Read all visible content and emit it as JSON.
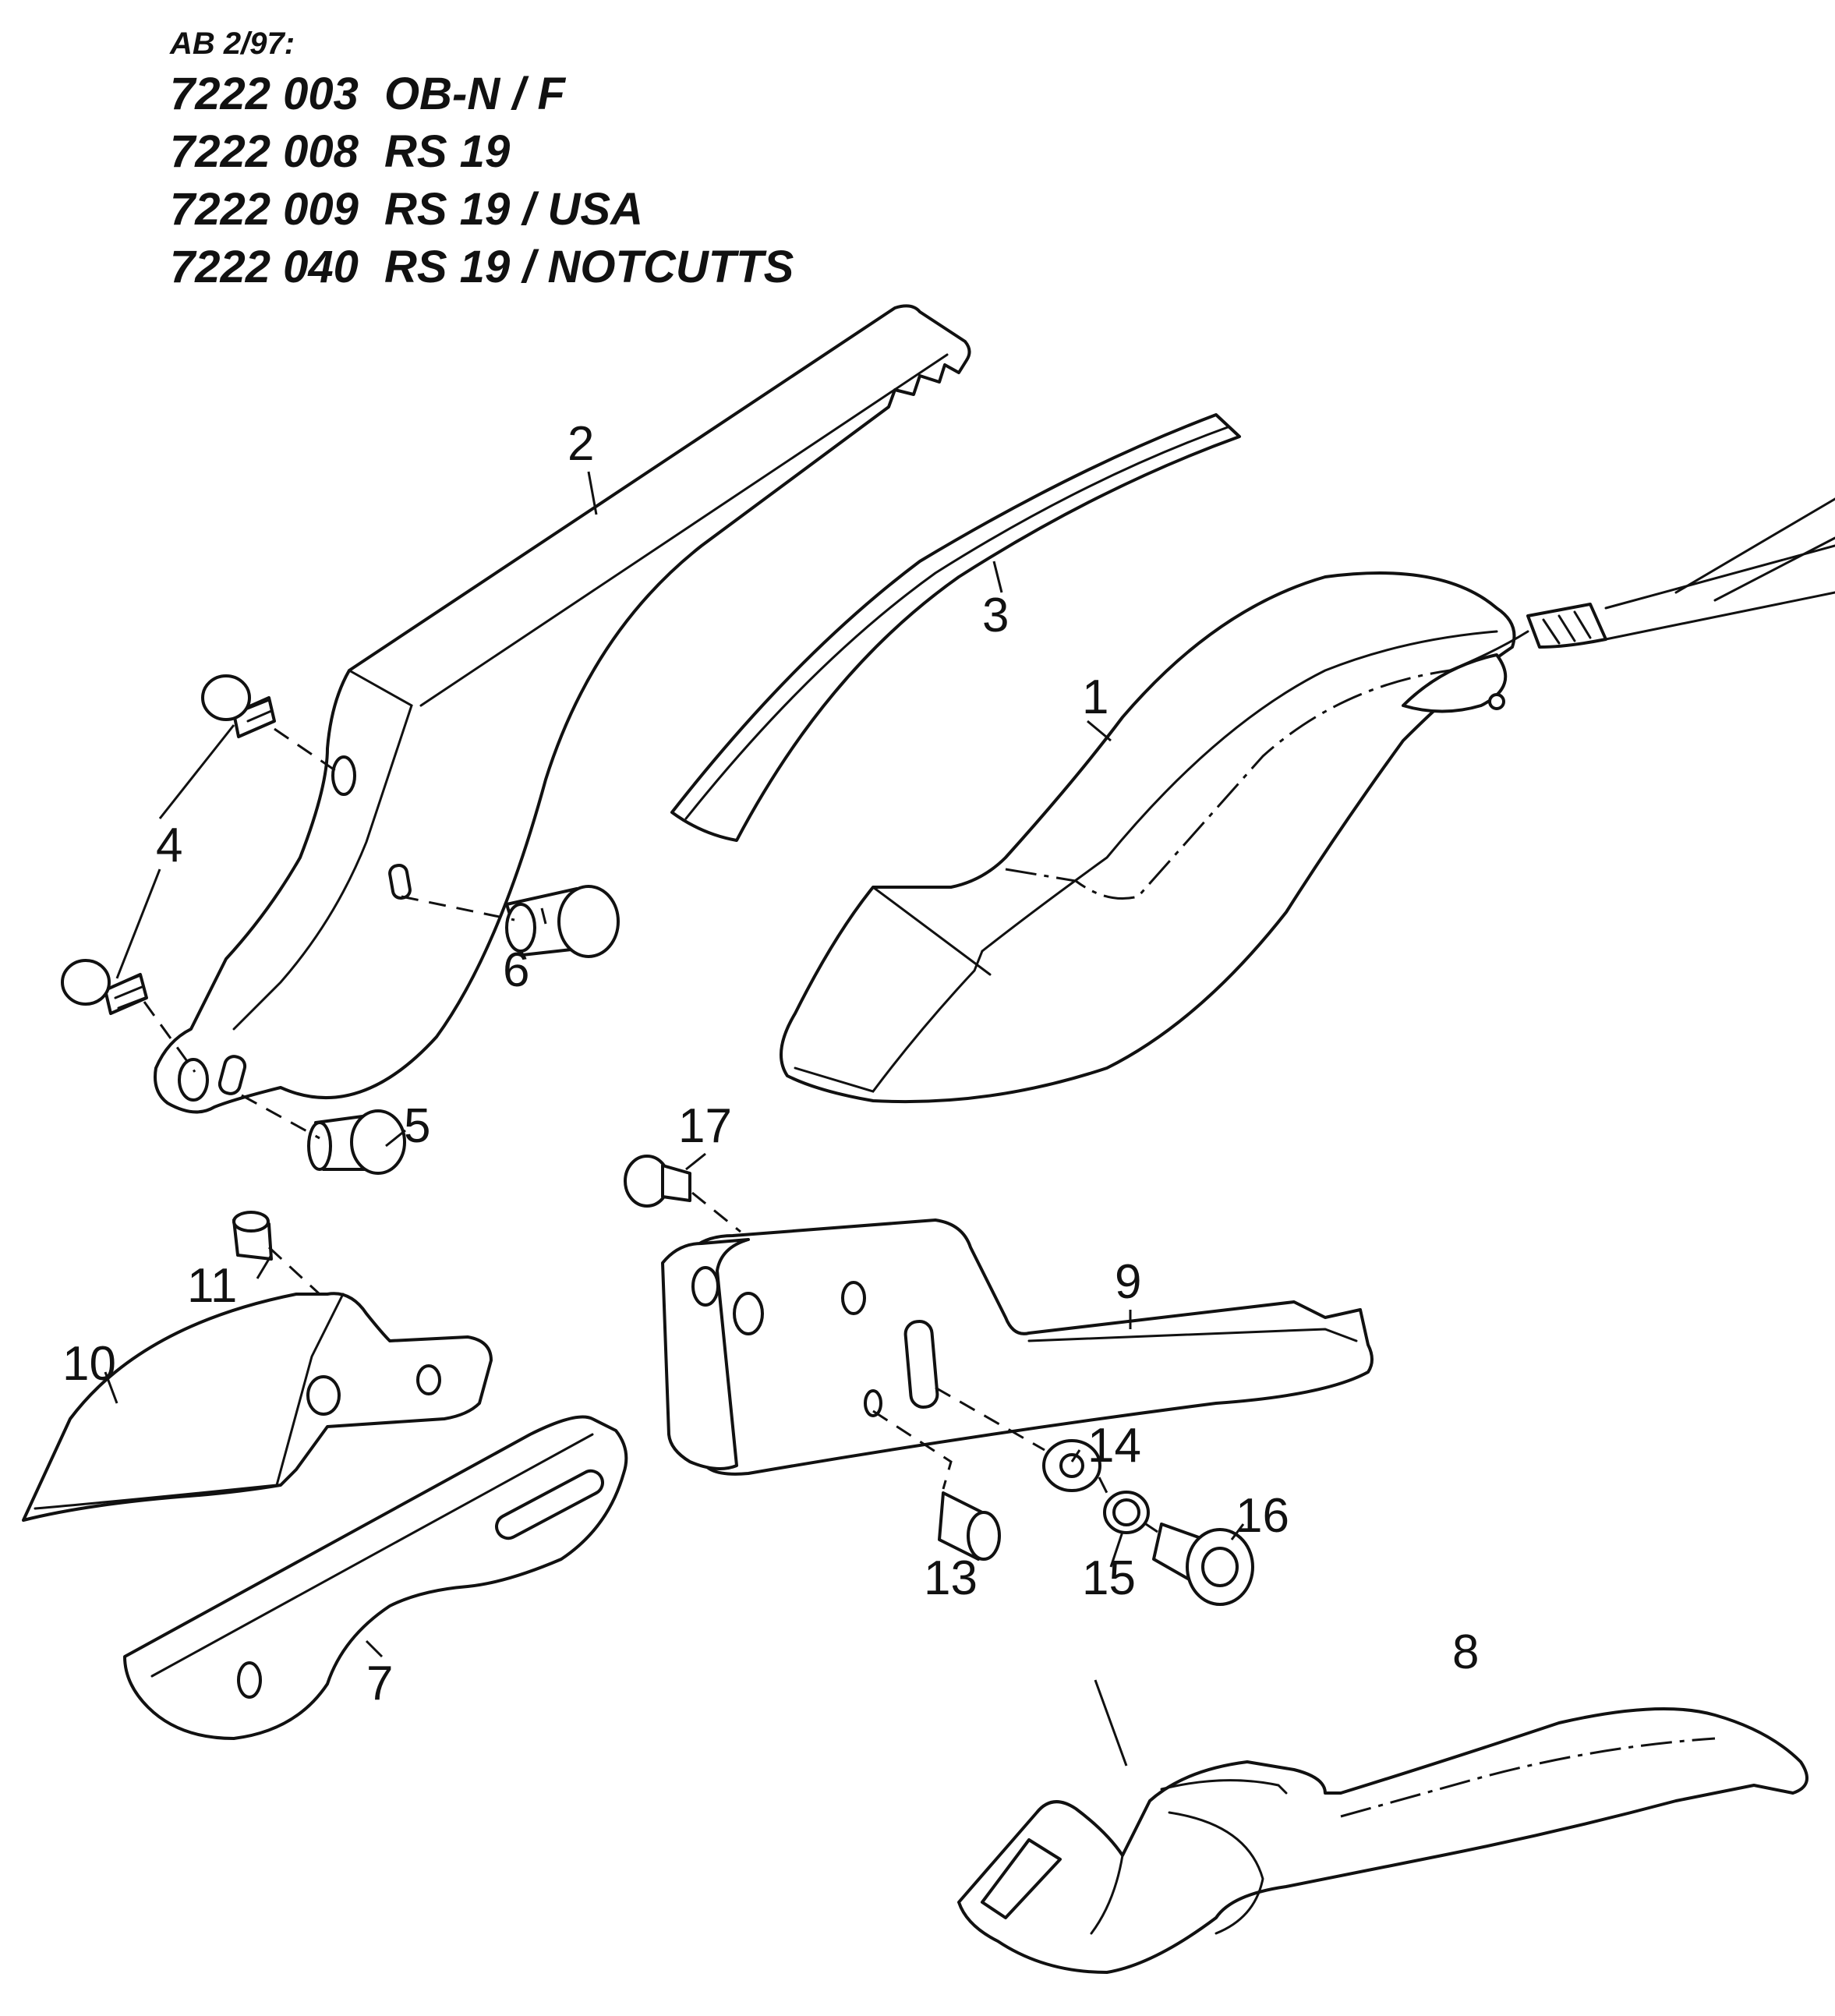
{
  "header": {
    "edition": "AB 2/97:",
    "models": [
      {
        "number": "7222 003",
        "name": "OB-N / F"
      },
      {
        "number": "7222 008",
        "name": "RS 19"
      },
      {
        "number": "7222 009",
        "name": "RS 19 / USA"
      },
      {
        "number": "7222 040",
        "name": "RS 19 / NOTCUTTS"
      }
    ]
  },
  "callouts": {
    "p1": "1",
    "p2": "2",
    "p3": "3",
    "p4": "4",
    "p5": "5",
    "p6": "6",
    "p7": "7",
    "p8": "8",
    "p9": "9",
    "p10": "10",
    "p11": "11",
    "p13": "13",
    "p14": "14",
    "p15": "15",
    "p16": "16",
    "p17": "17"
  }
}
